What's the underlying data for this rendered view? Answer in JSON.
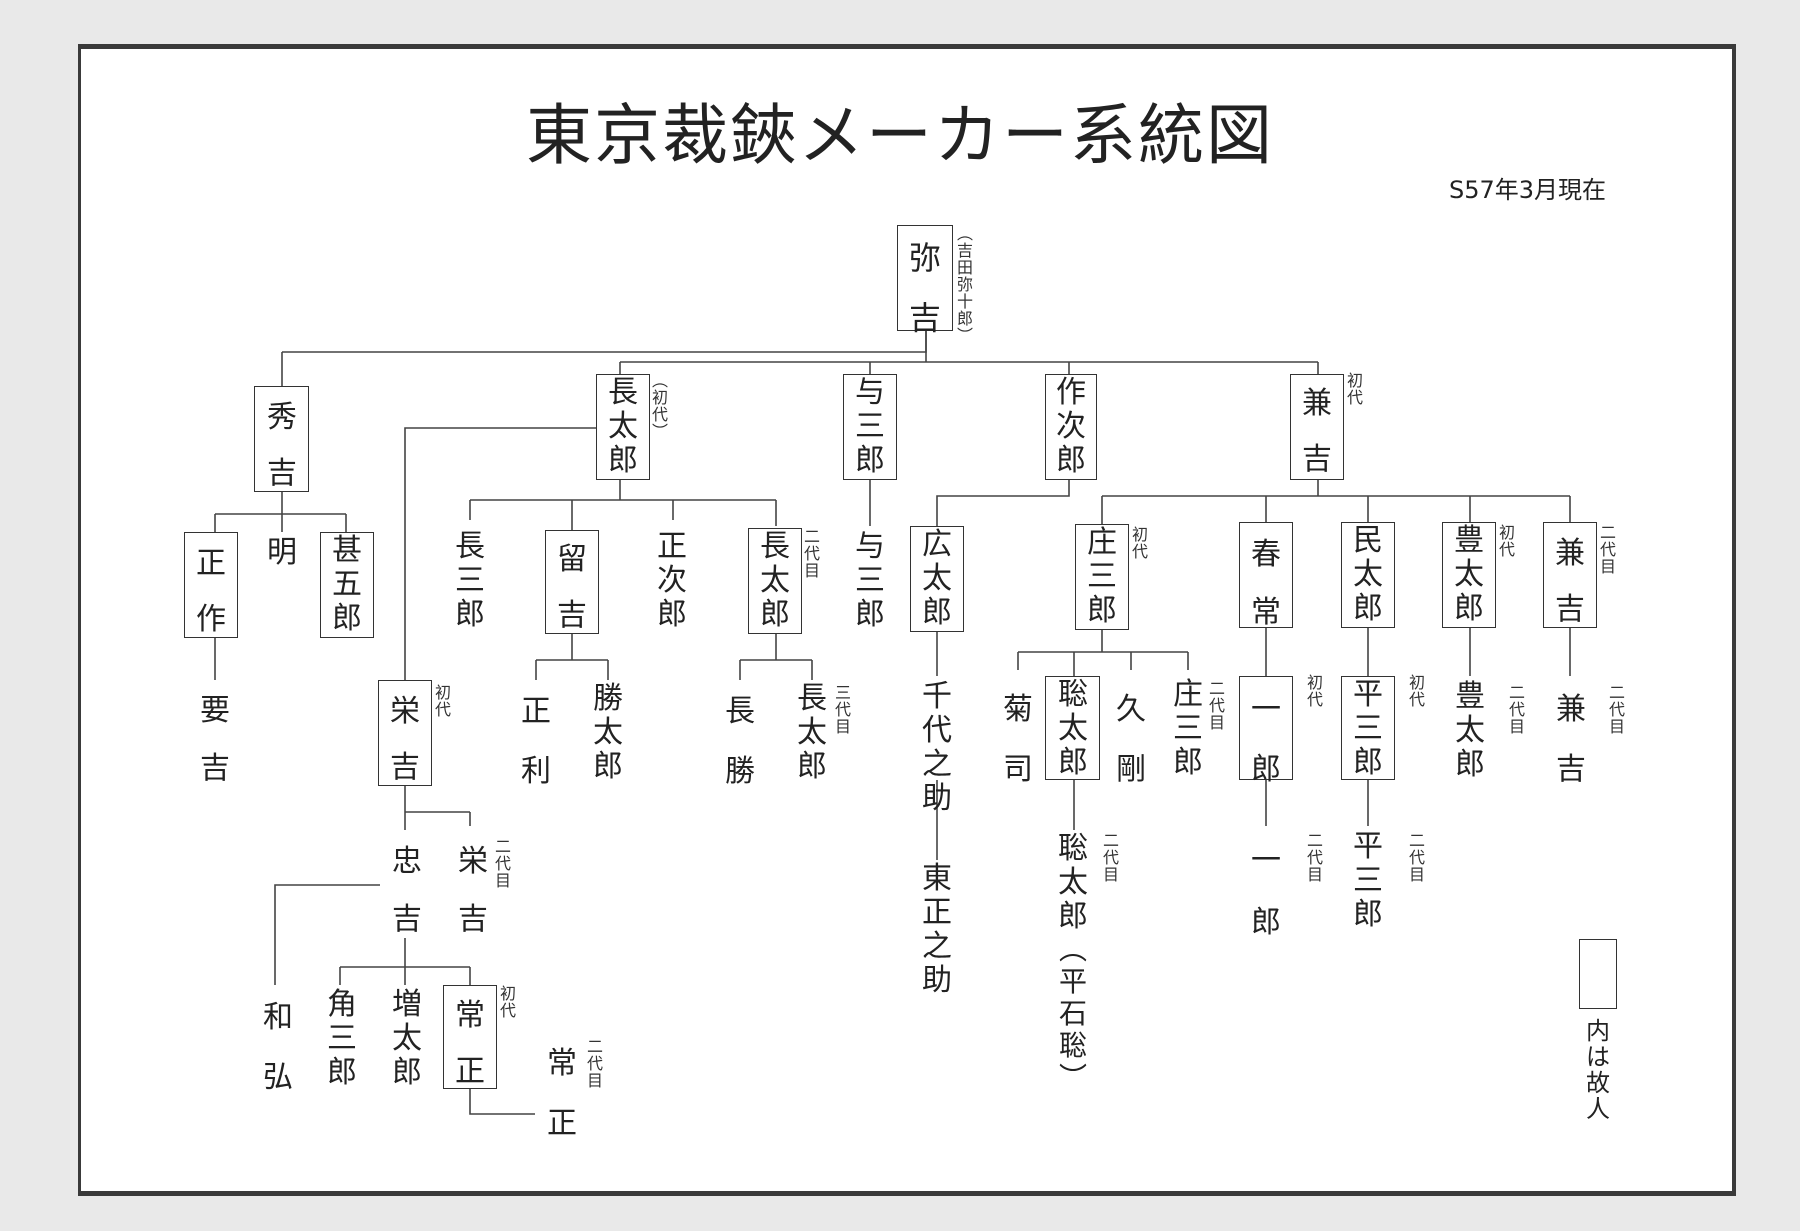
{
  "title": "東京裁鋏メーカー系統図",
  "date": "S57年3月現在",
  "people": {
    "yakichi": "弥吉",
    "yakichi_note": "（吉田弥十郎）",
    "hidekichi": "秀吉",
    "chotaro1": "長太郎",
    "chotaro1_gen": "（初代）",
    "yosaburo": "与三郎",
    "sakujiro": "作次郎",
    "kanekichi1": "兼吉",
    "kanekichi1_gen": "初代",
    "shosaku": "正作",
    "akira": "明",
    "jingoro": "甚五郎",
    "kanamekichi": "要吉",
    "chosaburo": "長三郎",
    "tomekichi": "留吉",
    "shojiro": "正次郎",
    "chotaro2": "長太郎",
    "chotaro2_gen": "二代目",
    "masatoshi": "正利",
    "katsutaro": "勝太郎",
    "chosho": "長勝",
    "chotaro3": "長太郎",
    "chotaro3_gen": "三代目",
    "eikichi1": "栄吉",
    "eikichi1_gen": "初代",
    "tadakichi": "忠吉",
    "eikichi2": "栄吉",
    "eikichi2_gen": "二代目",
    "kazuhiro": "和弘",
    "kakusaburo": "角三郎",
    "masutaro": "増太郎",
    "tsunemasa1": "常正",
    "tsunemasa1_gen": "初代",
    "tsunemasa2": "常正",
    "tsunemasa2_gen": "二代目",
    "yosaburo2": "与三郎",
    "kotaro": "広太郎",
    "chiyonosuke": "千代之助",
    "tomasanosuke": "東正之助",
    "shosaburo1": "庄三郎",
    "shosaburo1_gen": "初代",
    "kikuji": "菊司",
    "sotaro1": "聡太郎",
    "hisatake": "久剛",
    "shosaburo2": "庄三郎",
    "shosaburo2_gen": "二代目",
    "sotaro2": "聡太郎",
    "sotaro2_note": "（平石聡）",
    "sotaro2_gen": "二代目",
    "harutsune": "春常",
    "ichiro1": "一郎",
    "ichiro1_gen": "初代",
    "ichiro2": "一郎",
    "ichiro2_gen": "二代目",
    "mintaro": "民太郎",
    "heizaburo1": "平三郎",
    "heizaburo1_gen": "初代",
    "heizaburo2": "平三郎",
    "heizaburo2_gen": "二代目",
    "hotaro1": "豊太郎",
    "hotaro1_gen": "初代",
    "hotaro2": "豊太郎",
    "hotaro2_gen": "二代目",
    "kanekichi2": "兼吉",
    "kanekichi2_gen": "二代目",
    "kanekichi3": "兼吉",
    "kanekichi3_gen": "二代目"
  },
  "legend": "内は故人"
}
